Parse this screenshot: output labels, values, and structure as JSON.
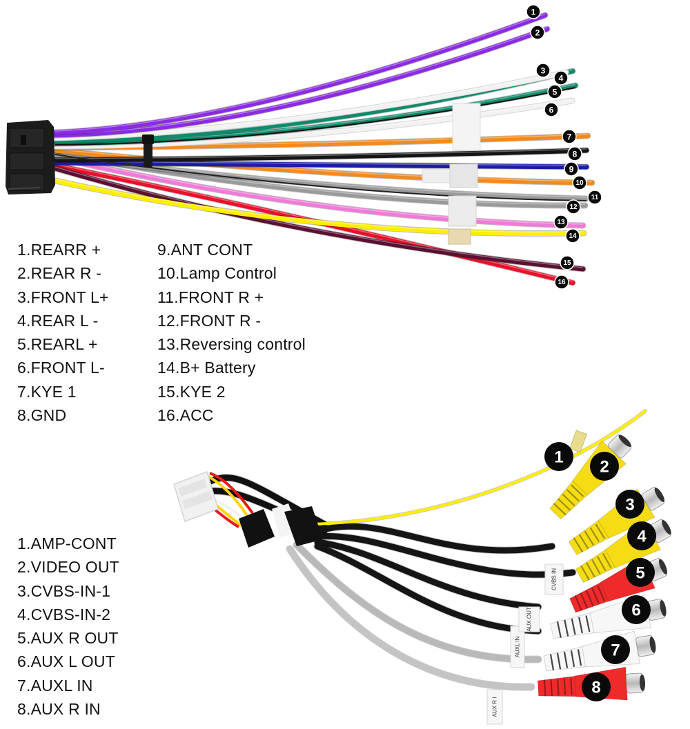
{
  "main_harness": {
    "title": "16-pin main power/speaker harness",
    "pins": [
      {
        "num": "1",
        "label": "1.REARR +",
        "wire_color": "#8a2be2"
      },
      {
        "num": "2",
        "label": "2.REAR R -",
        "wire_color": "#8a2be2"
      },
      {
        "num": "3",
        "label": "3.FRONT L+",
        "wire_color": "#f2f2f2"
      },
      {
        "num": "4",
        "label": "4.REAR L -",
        "wire_color": "#0f8a6a"
      },
      {
        "num": "5",
        "label": "5.REARL +",
        "wire_color": "#0f8a6a"
      },
      {
        "num": "6",
        "label": "6.FRONT L-",
        "wire_color": "#f2f2f2"
      },
      {
        "num": "7",
        "label": "7.KYE 1",
        "wire_color": "#f28a1e"
      },
      {
        "num": "8",
        "label": "8.GND",
        "wire_color": "#151515"
      },
      {
        "num": "9",
        "label": "9.ANT CONT",
        "wire_color": "#1c1ca8"
      },
      {
        "num": "10",
        "label": "10.Lamp Control",
        "wire_color": "#f28a1e"
      },
      {
        "num": "11",
        "label": "11.FRONT R +",
        "wire_color": "#9a9a9a"
      },
      {
        "num": "12",
        "label": "12.FRONT R -",
        "wire_color": "#9a9a9a"
      },
      {
        "num": "13",
        "label": "13.Reversing control",
        "wire_color": "#f07ad8"
      },
      {
        "num": "14",
        "label": "14.B+ Battery",
        "wire_color": "#ffee00"
      },
      {
        "num": "15",
        "label": "15.KYE 2",
        "wire_color": "#5a1030"
      },
      {
        "num": "16",
        "label": "16.ACC",
        "wire_color": "#e8102a"
      }
    ]
  },
  "rca_harness": {
    "title": "RCA audio/video harness",
    "pins": [
      {
        "num": "1",
        "label": "1.AMP-CONT",
        "plug_color": "#ffee00"
      },
      {
        "num": "2",
        "label": "2.VIDEO OUT",
        "plug_color": "#f5dc14"
      },
      {
        "num": "3",
        "label": "3.CVBS-IN-1",
        "plug_color": "#f5dc14"
      },
      {
        "num": "4",
        "label": "4.CVBS-IN-2",
        "plug_color": "#f5dc14"
      },
      {
        "num": "5",
        "label": "5.AUX R OUT",
        "plug_color": "#ee2a2a"
      },
      {
        "num": "6",
        "label": "6.AUX L OUT",
        "plug_color": "#f7f7f7"
      },
      {
        "num": "7",
        "label": "7.AUXL IN",
        "plug_color": "#f7f7f7"
      },
      {
        "num": "8",
        "label": "8.AUX R IN",
        "plug_color": "#ee2a2a"
      }
    ],
    "cable_tags": [
      "AUX R I",
      "AUXL IN",
      "AUX OUT",
      "CVBS IN"
    ]
  },
  "colors": {
    "badge": "#0a0a0a",
    "connector_black": "#1c1c1c",
    "connector_white": "#f1f1f1",
    "rca_metal": "#d8d8d8"
  }
}
